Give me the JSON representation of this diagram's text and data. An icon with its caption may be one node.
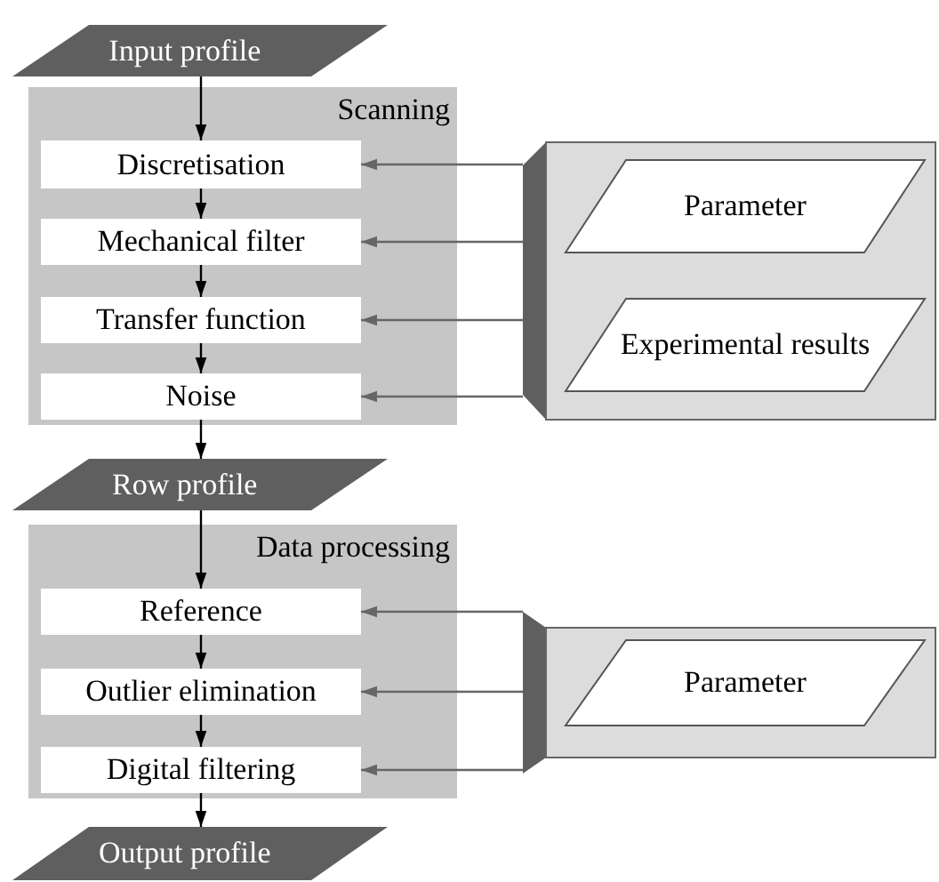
{
  "diagram": {
    "nodes": [
      {
        "text": [
          "Input profile"
        ]
      },
      {
        "text": [
          "Scanning"
        ]
      },
      {
        "text": [
          "Discretisation"
        ],
        "in": 1
      },
      {
        "text": [
          "Mechanical filter"
        ],
        "in": 1
      },
      {
        "text": [
          "Transfer function"
        ],
        "in": 1
      },
      {
        "text": [
          "Noise"
        ],
        "in": 1
      },
      {
        "text": [],
        "shape": "box"
      },
      {
        "text": [
          "Parameter"
        ],
        "in": 6
      },
      {
        "text": [
          "Experimental results"
        ],
        "in": 6
      },
      {
        "text": [
          "Row profile"
        ]
      },
      {
        "text": [
          "Data processing"
        ]
      },
      {
        "text": [
          "Reference"
        ],
        "in": 10
      },
      {
        "text": [
          "Outlier elimination"
        ],
        "in": 10
      },
      {
        "text": [
          "Digital filtering"
        ],
        "in": 10
      },
      {
        "text": [],
        "shape": "box"
      },
      {
        "text": [
          "Parameter"
        ],
        "in": 14
      },
      {
        "text": [
          "Output profile"
        ]
      }
    ],
    "edges": [
      {
        "from": 0,
        "to": 2,
        "arrow": "to"
      },
      {
        "from": 2,
        "to": 3,
        "arrow": "to"
      },
      {
        "from": 3,
        "to": 4,
        "arrow": "to"
      },
      {
        "from": 4,
        "to": 5,
        "arrow": "to"
      },
      {
        "from": 5,
        "to": 9,
        "arrow": "to"
      },
      {
        "from": 9,
        "to": 11,
        "arrow": "to"
      },
      {
        "from": 11,
        "to": 12,
        "arrow": "to"
      },
      {
        "from": 12,
        "to": 13,
        "arrow": "to"
      },
      {
        "from": 13,
        "to": 16,
        "arrow": "to"
      },
      {
        "from": 6,
        "to": 2,
        "arrow": "to",
        "color": "#666666"
      },
      {
        "from": 6,
        "to": 3,
        "arrow": "to",
        "color": "#666666"
      },
      {
        "from": 6,
        "to": 4,
        "arrow": "to",
        "color": "#666666"
      },
      {
        "from": 6,
        "to": 5,
        "arrow": "to",
        "color": "#666666"
      },
      {
        "from": 14,
        "to": 11,
        "arrow": "to",
        "color": "#666666"
      },
      {
        "from": 14,
        "to": 12,
        "arrow": "to",
        "color": "#666666"
      },
      {
        "from": 14,
        "to": 13,
        "arrow": "to",
        "color": "#666666"
      }
    ]
  }
}
